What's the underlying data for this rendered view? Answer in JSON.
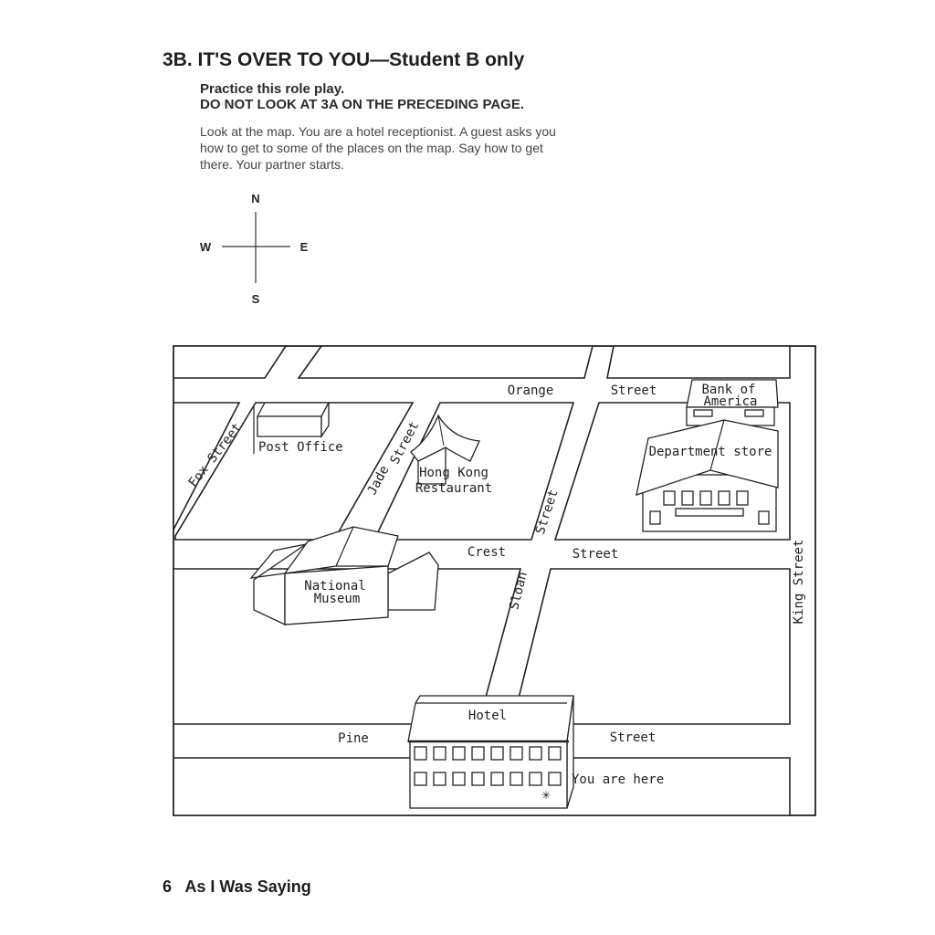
{
  "header": {
    "title": "3B.  IT'S OVER TO YOU—Student B only",
    "instruction1": "Practice this role play.",
    "instruction2": "DO NOT LOOK AT 3A ON THE PRECEDING PAGE.",
    "body_lines": [
      "Look at the map. You are a hotel receptionist. A guest asks you",
      "how to get to some of the places on the map. Say how to get",
      "there. Your partner starts."
    ]
  },
  "compass": {
    "north": "N",
    "south": "S",
    "east": "E",
    "west": "W"
  },
  "map": {
    "streets": {
      "orange_1": "Orange",
      "orange_2": "Street",
      "crest_1": "Crest",
      "crest_2": "Street",
      "pine_1": "Pine",
      "pine_2": "Street",
      "king": "King Street",
      "sloan_1": "Sloan",
      "sloan_2": "Street",
      "jade_1": "Jade",
      "jade_2": "Street",
      "fox": "Fox Street"
    },
    "places": {
      "post_office": "Post Office",
      "hong_kong_1": "Hong Kong",
      "hong_kong_2": "Restaurant",
      "bank_1": "Bank of",
      "bank_2": "America",
      "department_store": "Department store",
      "museum_1": "National",
      "museum_2": "Museum",
      "hotel": "Hotel",
      "you_are_here": "You are here"
    }
  },
  "footer": {
    "page_number": "6",
    "book_title": "As I Was Saying"
  }
}
